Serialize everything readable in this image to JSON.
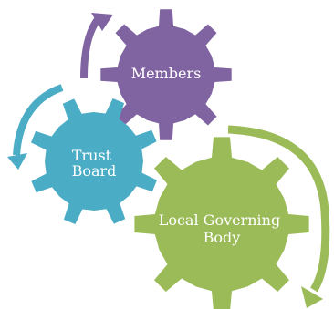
{
  "gears": [
    {
      "label_lines": [
        "Members"
      ],
      "color": "#8064a2"
    },
    {
      "label_lines": [
        "Trust",
        "Board"
      ],
      "color": "#4bacc6"
    },
    {
      "label_lines": [
        "Local Governing",
        "Body"
      ],
      "color": "#9bbb59"
    }
  ],
  "arrows": [
    {
      "color": "#8064a2"
    },
    {
      "color": "#4bacc6"
    },
    {
      "color": "#9bbb59"
    }
  ]
}
